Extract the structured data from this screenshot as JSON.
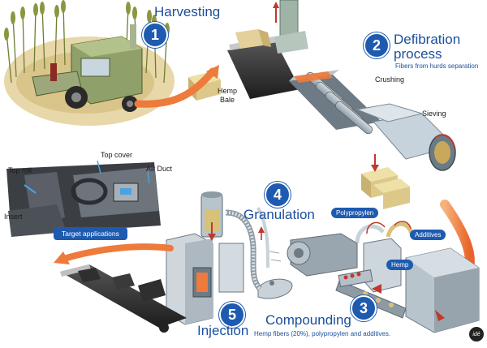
{
  "steps": [
    {
      "number": "1",
      "title": "Harvesting"
    },
    {
      "number": "2",
      "title": "Defibration process",
      "title_line1": "Defibration",
      "title_line2": "process",
      "subtitle": "Fibers from hurds separation"
    },
    {
      "number": "3",
      "title": "Compounding",
      "subtitle": "Hemp fibers (20%), polypropylen and additives."
    },
    {
      "number": "4",
      "title": "Granulation"
    },
    {
      "number": "5",
      "title": "Injection"
    }
  ],
  "labels": {
    "hemp_bale_line1": "Hemp",
    "hemp_bale_line2": "Bale",
    "crushing": "Crushing",
    "sieving": "Sieving",
    "top_cover": "Top cover",
    "top_roll": "Top roll",
    "air_duct": "Air Duct",
    "insert": "Insert",
    "target_applications": "Target applications",
    "polypropylen": "Polypropylen",
    "additives": "Additives",
    "hemp": "Hemp"
  },
  "logo_text": "idé",
  "colors": {
    "title_blue": "#1b4f9c",
    "badge_blue": "#1e5bb0",
    "flow_arrow_orange": "#ee7a3b",
    "machine_grey": "#a9b4bd",
    "hemp_green": "#7f8a3c",
    "field_beige": "#e8d7a8"
  }
}
